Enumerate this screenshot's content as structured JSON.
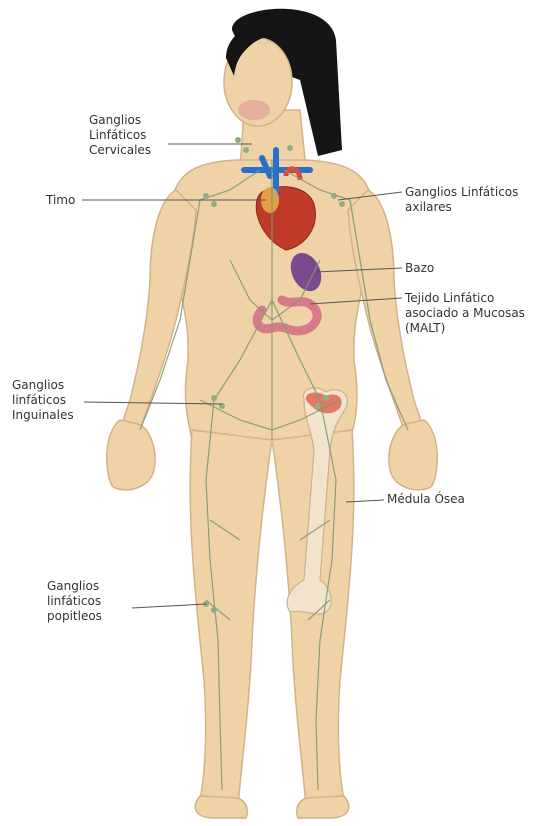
{
  "labels": {
    "cervicales": "Ganglios\nLinfáticos\nCervicales",
    "timo": "Timo",
    "axilares": "Ganglios Linfáticos\naxilares",
    "bazo": "Bazo",
    "malt": "Tejido Linfático\nasociado a Mucosas\n(MALT)",
    "inguinales": "Ganglios\nlinfáticos\nInguinales",
    "medula": "Médula Ósea",
    "popliteos": "Ganglios\nlinfáticos\npopitleos"
  },
  "colors": {
    "skin": "#efd2a6",
    "skin_shadow": "#d6b088",
    "hair": "#151515",
    "lymph": "#7f9a78",
    "heart": "#c03a2a",
    "vessel_blue": "#2a6fc9",
    "spleen": "#7a4a8e",
    "intestine": "#d87a8a",
    "bone": "#f1e3cc",
    "marrow": "#e07a62",
    "leader": "#555555"
  }
}
